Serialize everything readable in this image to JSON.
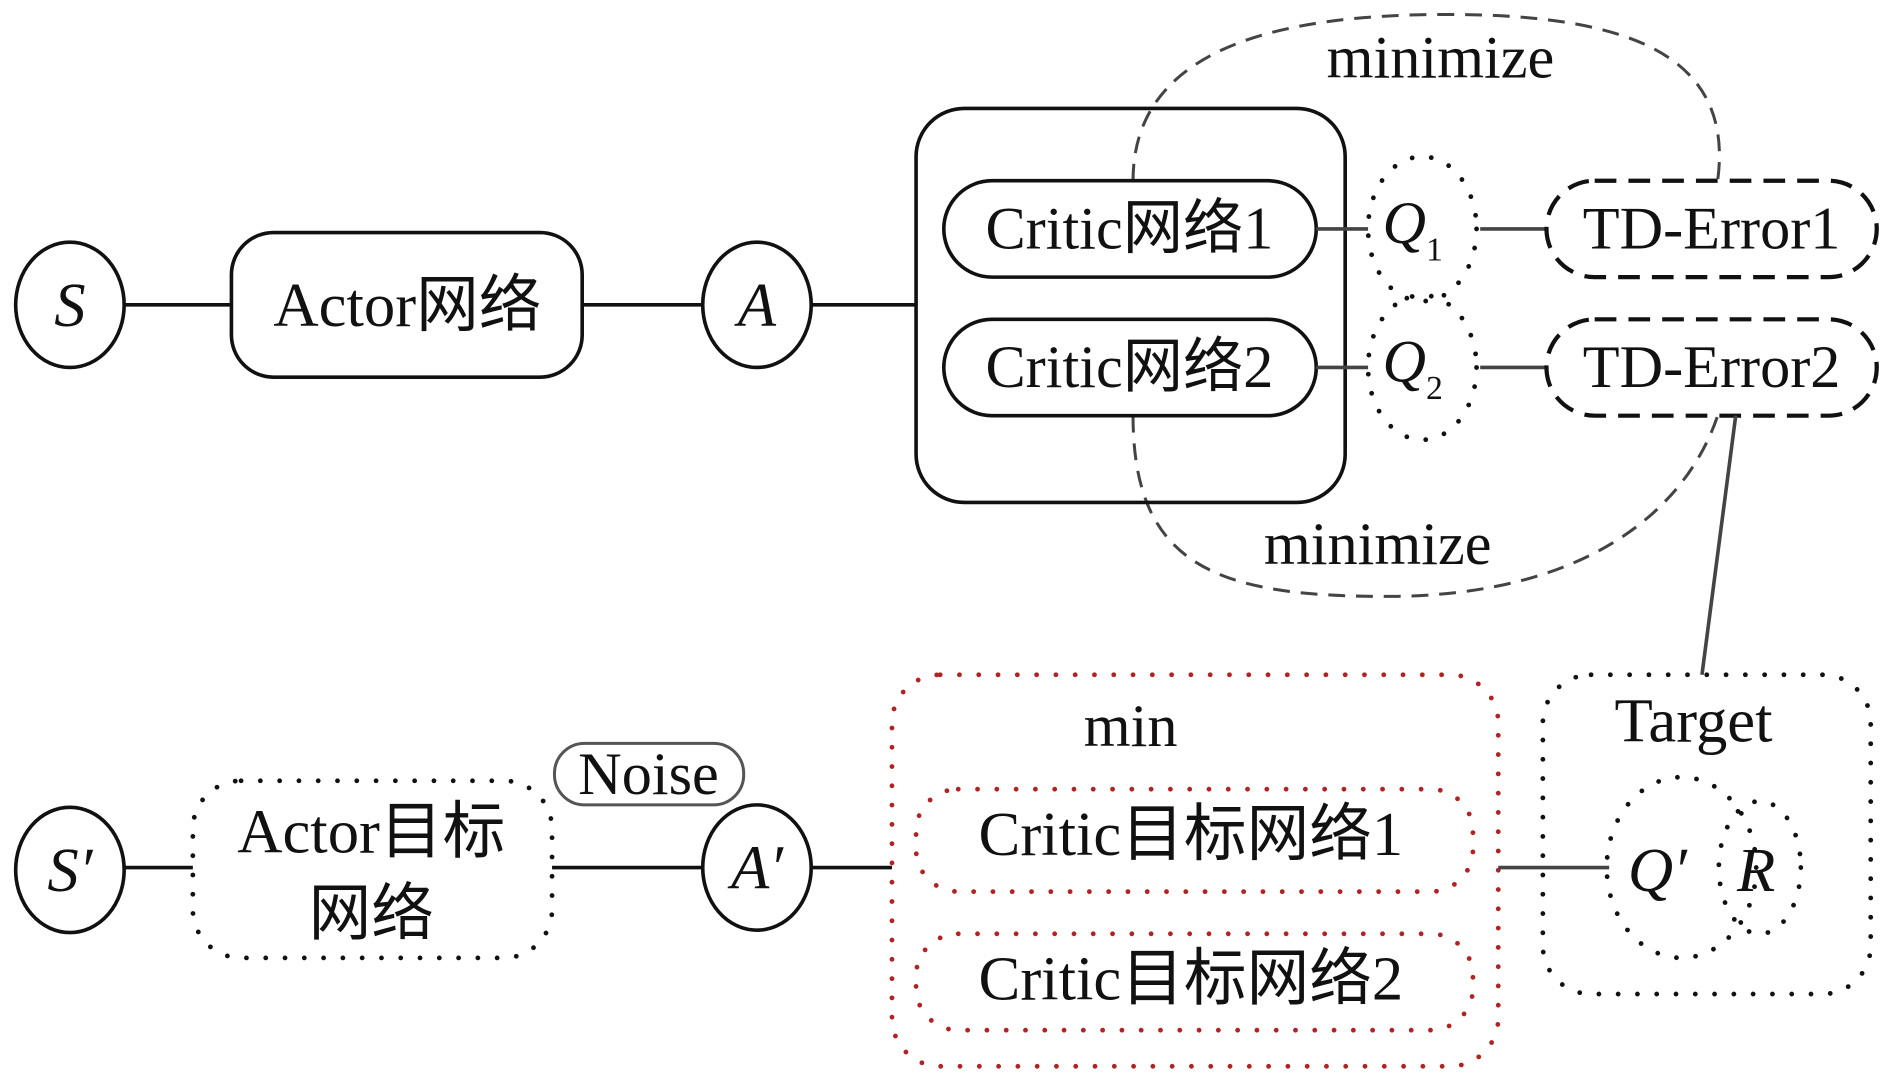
{
  "colors": {
    "ink": "#111111",
    "target_group": "#b22222",
    "noise_border": "#555555"
  },
  "nodes": {
    "state": "S",
    "actor": "Actor网络",
    "action": "A",
    "critic1": "Critic网络1",
    "critic2": "Critic网络2",
    "q1": "Q",
    "q1_sub": "1",
    "q2": "Q",
    "q2_sub": "2",
    "td_error1": "TD-Error1",
    "td_error2": "TD-Error2",
    "minimize_top": "minimize",
    "minimize_bottom": "minimize",
    "next_state": "S′",
    "actor_target_line1": "Actor目标",
    "actor_target_line2": "网络",
    "noise": "Noise",
    "next_action": "A′",
    "min": "min",
    "critic_target1": "Critic目标网络1",
    "critic_target2": "Critic目标网络2",
    "target": "Target",
    "q_prime": "Q′",
    "reward": "R"
  }
}
